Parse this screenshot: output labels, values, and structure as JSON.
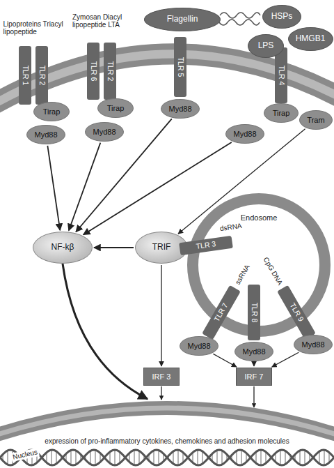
{
  "diagram": {
    "nodes": [
      {
        "text": [
          "Flagellin"
        ]
      },
      {
        "text": [
          "HSPs"
        ]
      },
      {
        "text": [
          "LPS"
        ]
      },
      {
        "text": [
          "HMGB1"
        ]
      },
      {
        "text": [
          "TLR 1"
        ]
      },
      {
        "text": [
          "TLR 2"
        ]
      },
      {
        "text": [
          "TLR 6"
        ]
      },
      {
        "text": [
          "TLR 2"
        ]
      },
      {
        "text": [
          "TLR 5"
        ]
      },
      {
        "text": [
          "TLR 4"
        ]
      },
      {
        "text": [
          "Tirap"
        ]
      },
      {
        "text": [
          "Myd88"
        ]
      },
      {
        "text": [
          "Tirap"
        ]
      },
      {
        "text": [
          "Myd88"
        ]
      },
      {
        "text": [
          "Myd88"
        ]
      },
      {
        "text": [
          "Tirap"
        ]
      },
      {
        "text": [
          "Myd88"
        ]
      },
      {
        "text": [
          "Tram"
        ]
      },
      {
        "text": [
          "NF-kβ"
        ]
      },
      {
        "text": [
          "TRIF"
        ]
      },
      {
        "text": [
          "Endosome"
        ]
      },
      {
        "text": [
          "TLR 3"
        ],
        "in": 20
      },
      {
        "text": [
          "TLR 7"
        ],
        "in": 20
      },
      {
        "text": [
          "TLR 8"
        ],
        "in": 20
      },
      {
        "text": [
          "TLR 9"
        ],
        "in": 20
      },
      {
        "text": [
          "Myd88"
        ]
      },
      {
        "text": [
          "Myd88"
        ]
      },
      {
        "text": [
          "Myd88"
        ]
      },
      {
        "text": [
          "IRF 3"
        ]
      },
      {
        "text": [
          "IRF 7"
        ]
      }
    ],
    "edges": [
      {
        "from": 11,
        "to": 18,
        "arrow": "to"
      },
      {
        "from": 13,
        "to": 18,
        "arrow": "to"
      },
      {
        "from": 14,
        "to": 18,
        "arrow": "to"
      },
      {
        "from": 16,
        "to": 18,
        "arrow": "to"
      },
      {
        "from": 17,
        "to": 19,
        "arrow": "to"
      },
      {
        "from": 19,
        "to": 18,
        "arrow": "to"
      },
      {
        "from": 19,
        "to": 28,
        "arrow": "to"
      },
      {
        "from": 25,
        "to": 29,
        "arrow": "to"
      },
      {
        "from": 26,
        "to": 29,
        "arrow": "to"
      },
      {
        "from": 27,
        "to": 29,
        "arrow": "to"
      }
    ],
    "labels": [
      "Lipoproteins Triacyl lipopeptide",
      "Zymosan Diacyl lipopeptide LTA",
      "dsRNA",
      "ssRNA",
      "CpG DNA",
      "Nucleus",
      "expression of pro-inflammatory cytokines, chemokines and adhesion molecules"
    ]
  }
}
